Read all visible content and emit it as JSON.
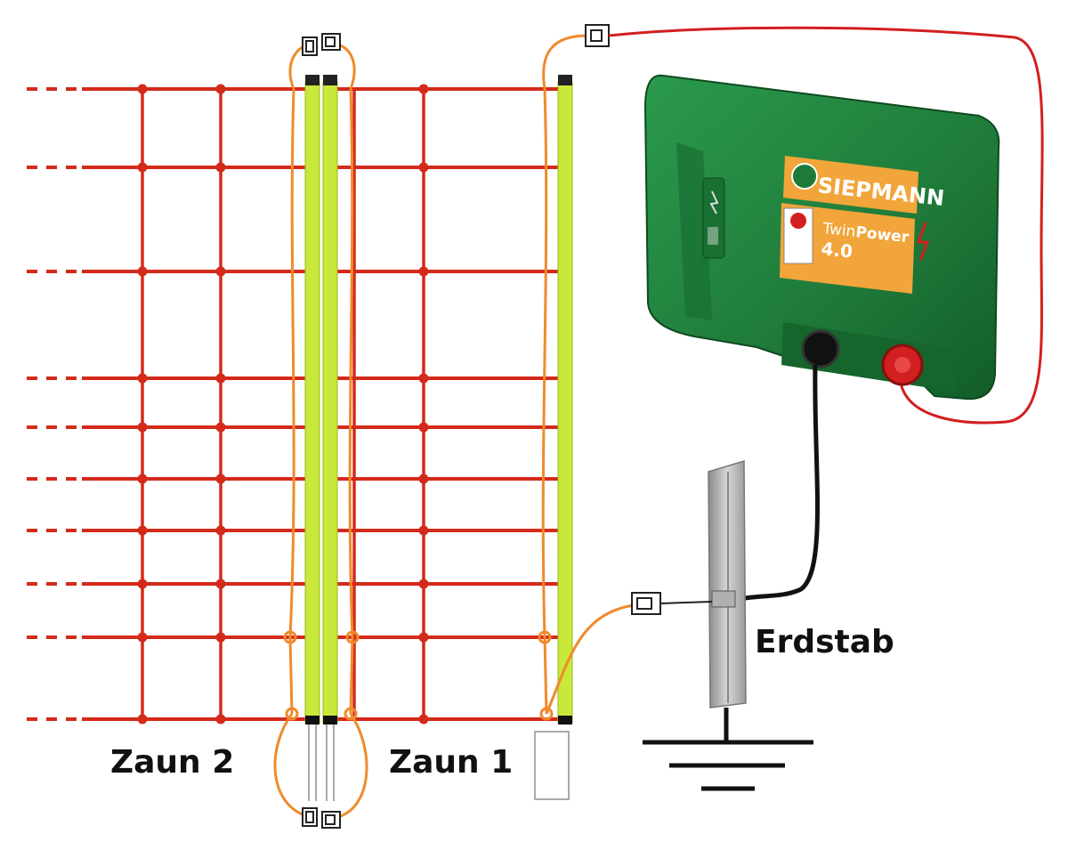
{
  "labels": {
    "fence_2": "Zaun 2",
    "fence_1": "Zaun 1",
    "ground_rod": "Erdstab"
  },
  "energizer": {
    "brand": "SIEPMANN",
    "model_name_part1": "Twin",
    "model_name_part2": "Power",
    "model_version": "4.0"
  },
  "colors": {
    "fence_net": "#d42a1a",
    "post": "#c8e83a",
    "jumper_cable": "#f08a2c",
    "hot_wire": "#d21f1f",
    "ground_wire": "#111111",
    "energizer_body": "#1f7a3a",
    "label_panel": "#f2a53a"
  },
  "icons": [
    "clip-connector-icon",
    "lightning-icon",
    "ground-symbol-icon"
  ]
}
